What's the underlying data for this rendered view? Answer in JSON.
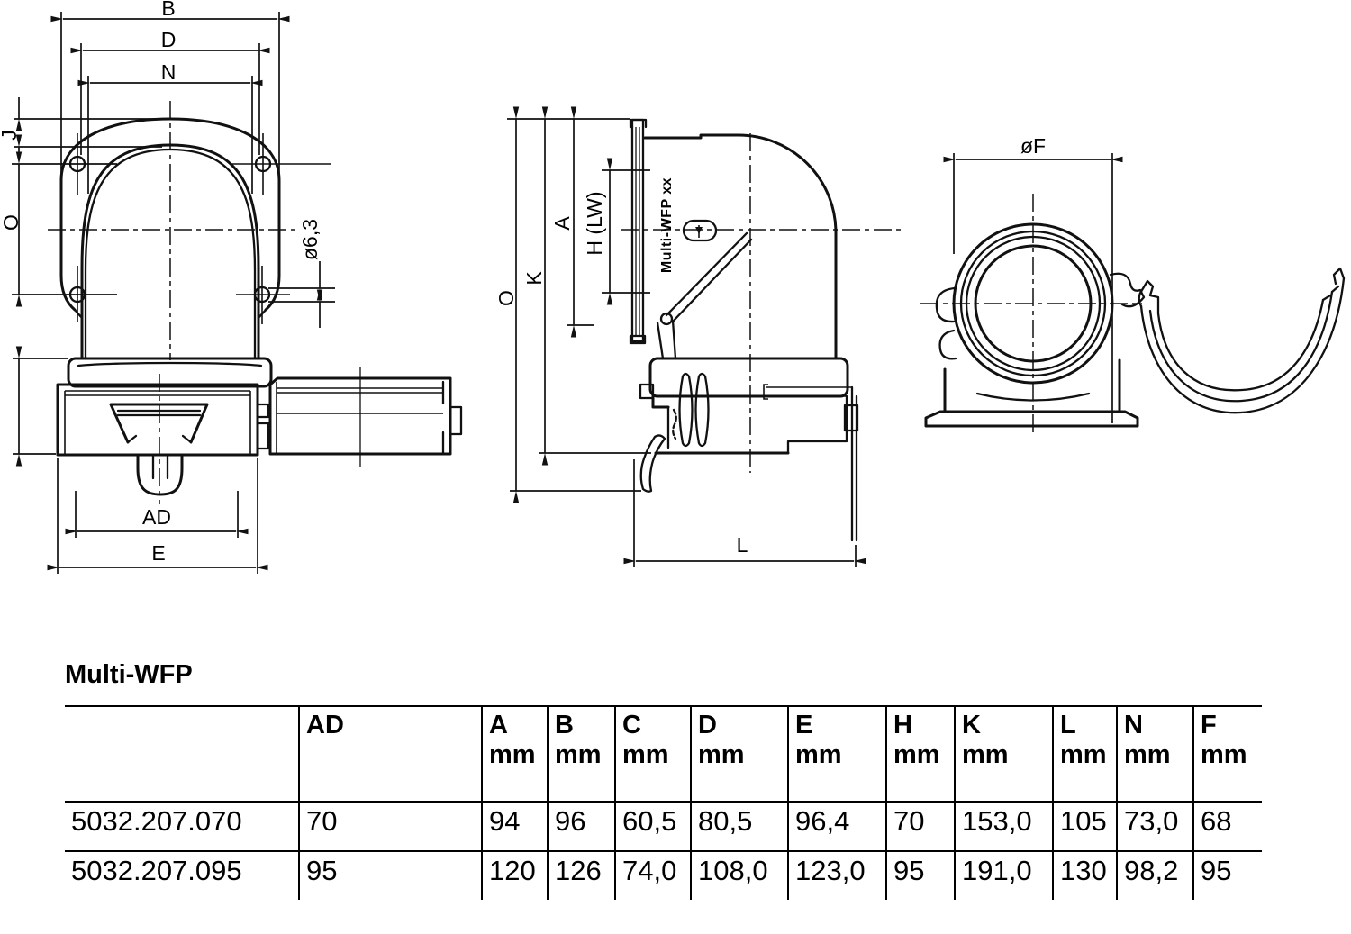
{
  "title": "Multi-WFP",
  "drawing": {
    "front": {
      "b": "B",
      "d": "D",
      "n": "N",
      "j": "J",
      "o": "O",
      "hole_dia": "ø6,3",
      "ad": "AD",
      "e": "E"
    },
    "side": {
      "o": "O",
      "k": "K",
      "a": "A",
      "h": "H (LW)",
      "l": "L",
      "marking": "Multi-WFP xx"
    },
    "end": {
      "f": "øF"
    }
  },
  "table": {
    "columns": [
      {
        "label": "",
        "unit": ""
      },
      {
        "label": "AD",
        "unit": ""
      },
      {
        "label": "A",
        "unit": "mm"
      },
      {
        "label": "B",
        "unit": "mm"
      },
      {
        "label": "C",
        "unit": "mm"
      },
      {
        "label": "D",
        "unit": "mm"
      },
      {
        "label": "E",
        "unit": "mm"
      },
      {
        "label": "H",
        "unit": "mm"
      },
      {
        "label": "K",
        "unit": "mm"
      },
      {
        "label": "L",
        "unit": "mm"
      },
      {
        "label": "N",
        "unit": "mm"
      },
      {
        "label": "F",
        "unit": "mm"
      }
    ],
    "rows": [
      {
        "article": "5032.207.070",
        "values": [
          "70",
          "94",
          "96",
          "60,5",
          "80,5",
          "96,4",
          "70",
          "153,0",
          "105",
          "73,0",
          "68"
        ]
      },
      {
        "article": "5032.207.095",
        "values": [
          "95",
          "120",
          "126",
          "74,0",
          "108,0",
          "123,0",
          "95",
          "191,0",
          "130",
          "98,2",
          "95"
        ]
      }
    ]
  }
}
